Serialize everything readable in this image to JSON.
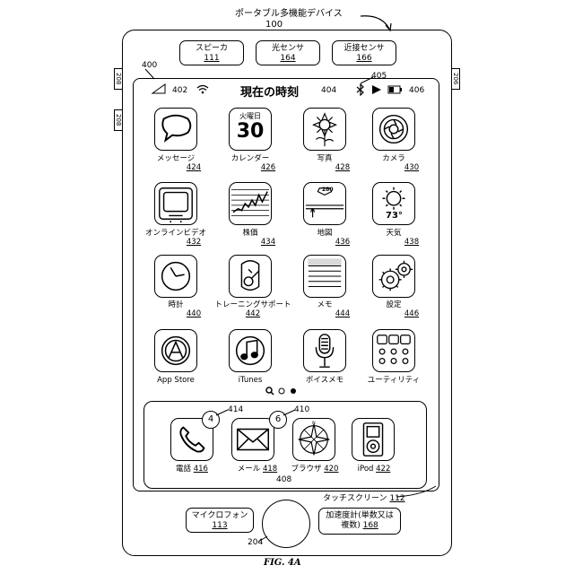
{
  "device": {
    "title": "ポータブル多機能デバイス",
    "ref": "100"
  },
  "top_sensors": [
    {
      "label": "スピーカ",
      "ref": "111"
    },
    {
      "label": "光センサ",
      "ref": "164"
    },
    {
      "label": "近接センサ",
      "ref": "166"
    }
  ],
  "side_buttons": {
    "left_top": "208",
    "left_mid": "208",
    "right_top": "206"
  },
  "screen_ref": "400",
  "status_bar": {
    "signal_ref": "402",
    "title": "現在の時刻",
    "title_ref": "404",
    "bt_ref": "405",
    "battery_ref": "406"
  },
  "apps": [
    {
      "label": "メッセージ",
      "ref": "424",
      "icon": "message-bubble-icon"
    },
    {
      "label": "カレンダー",
      "ref": "426",
      "icon": "calendar-icon",
      "day": "火曜日",
      "date": "30"
    },
    {
      "label": "写真",
      "ref": "428",
      "icon": "sunflower-photo-icon"
    },
    {
      "label": "カメラ",
      "ref": "430",
      "icon": "camera-lens-icon"
    },
    {
      "label": "オンラインビデオ",
      "ref": "432",
      "icon": "tv-icon"
    },
    {
      "label": "株価",
      "ref": "434",
      "icon": "stock-chart-icon"
    },
    {
      "label": "地図",
      "ref": "436",
      "icon": "map-icon",
      "route": "280"
    },
    {
      "label": "天気",
      "ref": "438",
      "icon": "weather-sun-icon",
      "temp": "73°"
    },
    {
      "label": "時計",
      "ref": "440",
      "icon": "clock-icon"
    },
    {
      "label": "トレーニングサポート",
      "ref": "442",
      "icon": "workout-shoe-icon"
    },
    {
      "label": "メモ",
      "ref": "444",
      "icon": "notepad-icon"
    },
    {
      "label": "設定",
      "ref": "446",
      "icon": "gears-icon"
    },
    {
      "label": "App Store",
      "ref": "",
      "icon": "app-store-icon"
    },
    {
      "label": "iTunes",
      "ref": "",
      "icon": "music-note-icon"
    },
    {
      "label": "ボイスメモ",
      "ref": "",
      "icon": "microphone-icon"
    },
    {
      "label": "ユーティリティ",
      "ref": "",
      "icon": "utilities-grid-icon"
    }
  ],
  "page_dots": {
    "search": "search-icon"
  },
  "dock": {
    "ref": "408",
    "items": [
      {
        "label": "電話",
        "ref": "416",
        "icon": "phone-handset-icon",
        "badge": "4",
        "badge_ref": "414"
      },
      {
        "label": "メール",
        "ref": "418",
        "icon": "mail-envelope-icon",
        "badge": "6",
        "badge_ref": "410"
      },
      {
        "label": "ブラウザ",
        "ref": "420",
        "icon": "compass-browser-icon"
      },
      {
        "label": "iPod",
        "ref": "422",
        "icon": "ipod-icon"
      }
    ]
  },
  "touch_screen": {
    "label": "タッチスクリーン",
    "ref": "112"
  },
  "microphone": {
    "label": "マイクロフォン",
    "ref": "113"
  },
  "home_button_ref": "204",
  "accelerometer": {
    "line1": "加速度計(単数又は",
    "line2": "複数)",
    "ref": "168"
  },
  "figure_label": "FIG. 4A"
}
